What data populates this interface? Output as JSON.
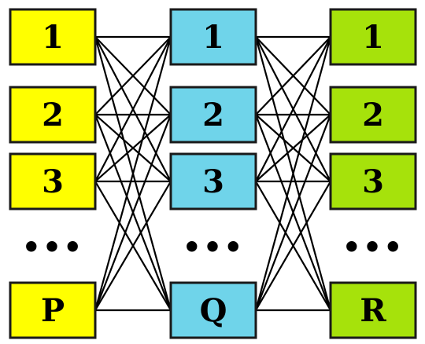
{
  "diagram": {
    "layers": [
      {
        "id": "P",
        "fill": "#ffff00",
        "nodes": [
          "1",
          "2",
          "3",
          "P"
        ],
        "ellipsis": "•••"
      },
      {
        "id": "Q",
        "fill": "#6fd4ea",
        "nodes": [
          "1",
          "2",
          "3",
          "Q"
        ],
        "ellipsis": "•••"
      },
      {
        "id": "R",
        "fill": "#a6e20b",
        "nodes": [
          "1",
          "2",
          "3",
          "R"
        ],
        "ellipsis": "•••"
      }
    ],
    "connections": "fully-connected between adjacent layers"
  }
}
